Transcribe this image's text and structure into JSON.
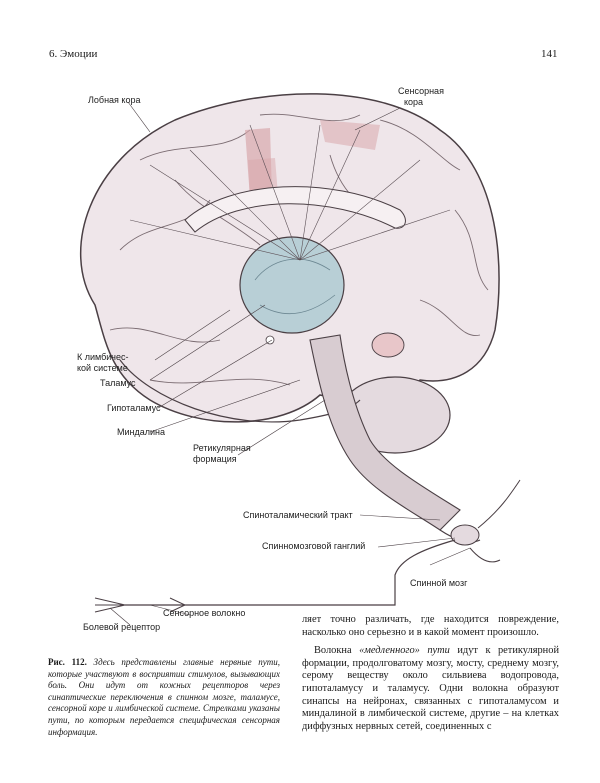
{
  "header": {
    "chapter": "6. Эмоции",
    "page_number": "141"
  },
  "figure": {
    "labels": {
      "frontal_cortex": "Лобная кора",
      "sensory_cortex_1": "Сенсорная",
      "sensory_cortex_2": "кора",
      "limbic_1": "К лимбичес-",
      "limbic_2": "кой системе",
      "thalamus": "Таламус",
      "hypothalamus": "Гипоталамус",
      "amygdala": "Миндалина",
      "reticular_1": "Ретикулярная",
      "reticular_2": "формация",
      "spinothalamic": "Спиноталамический тракт",
      "spinal_ganglion": "Спинномозговой ганглий",
      "spinal_cord": "Спинной мозг",
      "sensory_fiber": "Сенсорное волокно",
      "pain_receptor": "Болевой рецептор"
    }
  },
  "caption": {
    "number": "Рис. 112.",
    "text": "Здесь представлены главные нервные пути, которые участвуют в восприятии стимулов, вызывающих боль. Они идут от кожных рецепторов через синаптические переключения в спинном мозге, таламусе, сенсорной коре и лимбической системе. Стрелками указаны пути, по которым передается специфическая сенсорная информация."
  },
  "body": {
    "para1": "ляет точно различать, где находится повреждение, насколько оно серьезно и в какой момент произошло.",
    "para2_start": "Волокна",
    "para2_em": "«медленного» пути",
    "para2_rest": "идут к ретикулярной формации, продолговатому мозгу, мосту, среднему мозгу, серому веществу около сильвиева водопровода, гипоталамусу и таламусу. Одни волокна образуют синапсы на нейронах, связанных с гипоталамусом и миндалиной в лимбической системе, другие – на клетках диффузных нервных сетей, соединенных с"
  },
  "colors": {
    "brain_outline": "#4a3f44",
    "cortex_fill": "#efe6ea",
    "thalamus_fill": "#b8cfd6",
    "pink_accent": "#d9a8ac"
  }
}
